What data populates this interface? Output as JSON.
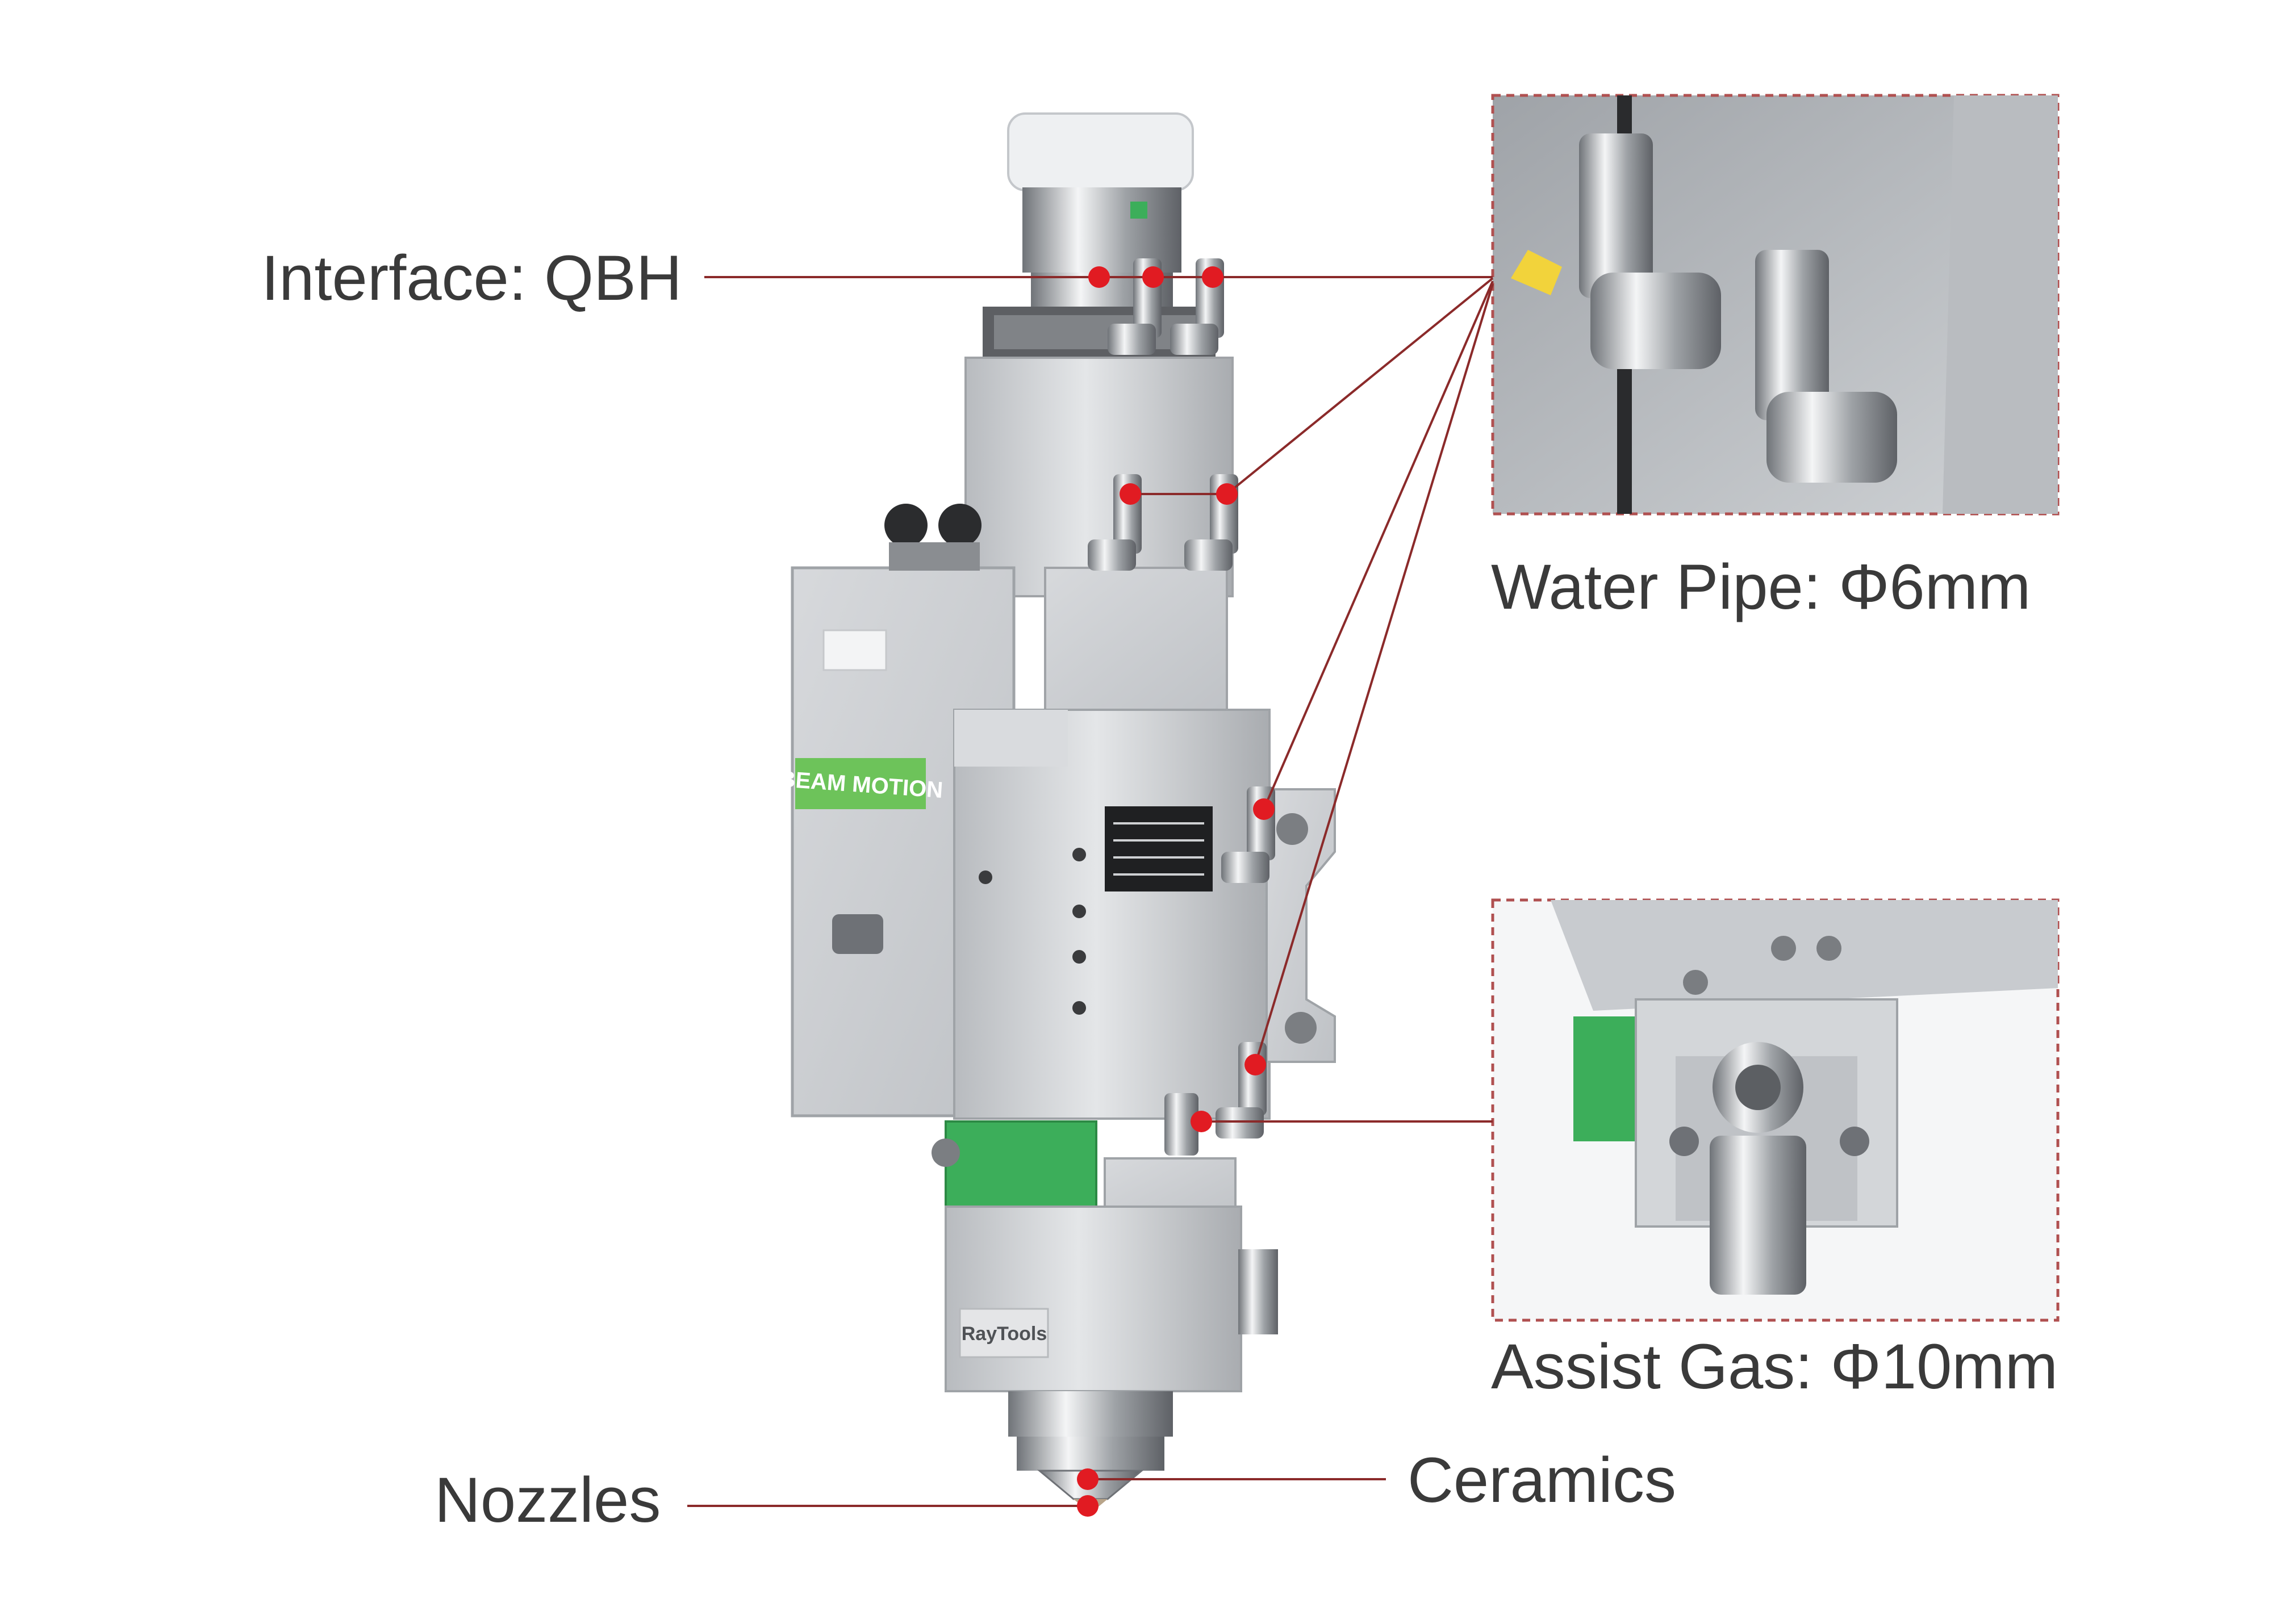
{
  "labels": {
    "interface": "Interface: QBH",
    "water_pipe": "Water Pipe: Φ6mm",
    "assist_gas": "Assist Gas: Φ10mm",
    "ceramics": "Ceramics",
    "nozzles": "Nozzles"
  },
  "product_markings": {
    "side_logo": "BEAM MOTION",
    "brand_plate": "RayTools"
  },
  "colors": {
    "callout_line": "#8b2a2a",
    "callout_dot": "#e11b22",
    "label_text": "#3a3a3a",
    "accent_green": "#3cae5a",
    "metal": "#c9cbce",
    "inset_border": "#b05050"
  }
}
